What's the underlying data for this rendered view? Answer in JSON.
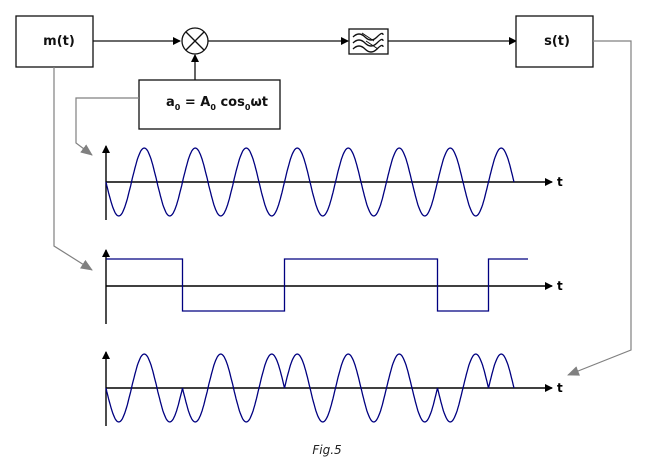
{
  "blocks": {
    "message": "m(t)",
    "output": "s(t)",
    "carrier": {
      "a": "a",
      "a_sub": "0",
      "eq": " = A",
      "A_sub": "0",
      "cos": " cos",
      "cos_sub": "0",
      "tail": "ωt"
    },
    "multiplier_icon": "multiplier-icon",
    "filter_icon": "bandpass-filter-icon"
  },
  "plots": [
    {
      "name": "carrier",
      "axis_label": "t",
      "type": "sine",
      "periods": 8,
      "phase": "negative-sine"
    },
    {
      "name": "binary-data",
      "axis_label": "t",
      "type": "square",
      "levels": [
        1,
        -1,
        1,
        -1,
        1
      ],
      "transitions_in_carrier_periods": [
        1.5,
        3.5,
        6.5,
        7.5
      ]
    },
    {
      "name": "psk-output",
      "axis_label": "t",
      "type": "psk",
      "periods": 8
    }
  ],
  "colors": {
    "signal": "#000080",
    "connector": "#808080",
    "line": "#111111"
  },
  "caption": "Fig.5"
}
